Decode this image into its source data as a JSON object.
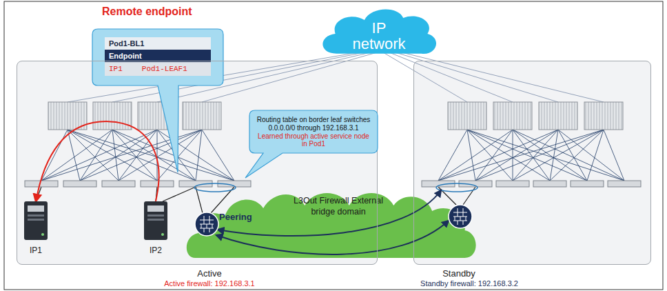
{
  "diagram": {
    "nodes": [
      {
        "text": [
          "Remote endpoint",
          "Pod1-BL1",
          "Endpoint",
          "IP1",
          "Pod1-LEAF1"
        ]
      },
      {
        "text": [
          "IP network"
        ]
      },
      {
        "text": [
          "Active",
          "Active firewall: 192.168.3.1"
        ]
      },
      {
        "text": [
          "IP1"
        ],
        "in": 2
      },
      {
        "text": [
          "IP2"
        ],
        "in": 2
      },
      {
        "text": [
          "Routing table on border leaf switches",
          "0.0.0.0/0 through 192.168.3.1",
          "Learned through active service node in Pod1"
        ]
      },
      {
        "text": [
          "L3Out Firewall External bridge domain"
        ]
      },
      {
        "text": [
          "Standby",
          "Standby firewall: 192.168.3.2"
        ]
      }
    ],
    "edges": [
      {
        "from": 4,
        "to": 3,
        "arrow": "to"
      }
    ],
    "labels": [
      "Peering"
    ]
  }
}
